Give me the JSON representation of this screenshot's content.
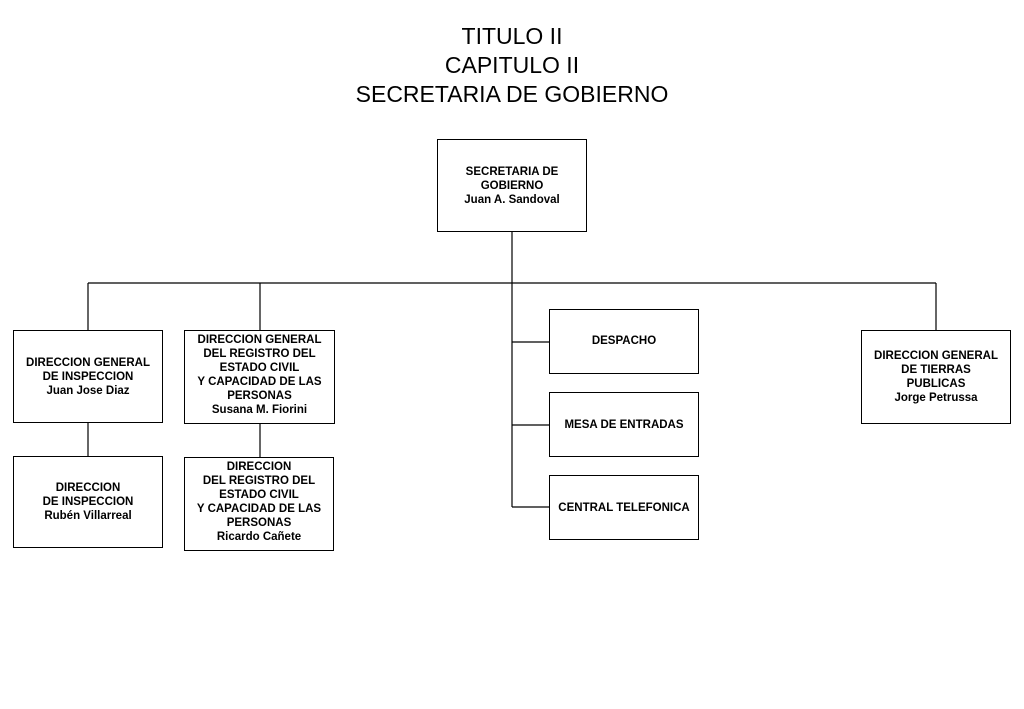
{
  "header": {
    "line1": "TITULO II",
    "line2": "CAPITULO II",
    "line3": "SECRETARIA DE GOBIERNO"
  },
  "org": {
    "root": {
      "lines": [
        "SECRETARIA DE",
        "GOBIERNO",
        "Juan A. Sandoval"
      ]
    },
    "dg_inspeccion": {
      "lines": [
        "DIRECCION GENERAL",
        "DE INSPECCION",
        "Juan Jose Diaz"
      ]
    },
    "dir_inspeccion": {
      "lines": [
        "DIRECCION",
        "DE INSPECCION",
        "Rubén Villarreal"
      ]
    },
    "dg_registro": {
      "lines": [
        "DIRECCION GENERAL",
        "DEL REGISTRO DEL",
        "ESTADO CIVIL",
        "Y CAPACIDAD DE LAS",
        "PERSONAS",
        "Susana M. Fiorini"
      ]
    },
    "dir_registro": {
      "lines": [
        "DIRECCION",
        "DEL REGISTRO DEL",
        "ESTADO CIVIL",
        "Y CAPACIDAD DE LAS",
        "PERSONAS",
        "Ricardo Cañete"
      ]
    },
    "despacho": {
      "lines": [
        "DESPACHO"
      ]
    },
    "mesa_entradas": {
      "lines": [
        "MESA DE ENTRADAS"
      ]
    },
    "central_telefonica": {
      "lines": [
        "CENTRAL TELEFONICA"
      ]
    },
    "dg_tierras": {
      "lines": [
        "DIRECCION GENERAL",
        "DE TIERRAS",
        "PUBLICAS",
        "Jorge Petrussa"
      ]
    }
  }
}
